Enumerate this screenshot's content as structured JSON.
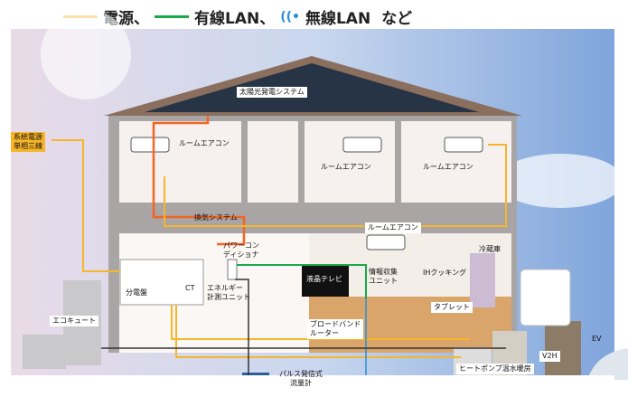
{
  "legend": {
    "power": "電源、",
    "wired": "有線LAN、",
    "wireless": "無線LAN",
    "etc": "など"
  },
  "colors": {
    "power": "#f7b52a",
    "wired": "#1aa84a",
    "wireless": "#2a8fd6",
    "solar_line": "#f26522"
  },
  "labels": {
    "solar": "太陽光発電システム",
    "grid": "系統電源\n単相三線",
    "ac1": "ルームエアコン",
    "ac2": "ルームエアコン",
    "ac3": "ルームエアコン",
    "ac4": "ルームエアコン",
    "ventilation": "換気システム",
    "power_conditioner": "パワーコン\nディショナ",
    "distribution_board": "分電盤",
    "ct": "CT",
    "energy_unit": "エネルギー\n計測ユニット",
    "tv": "液晶テレビ",
    "info_unit": "情報収集\nユニット",
    "ih": "IHクッキング",
    "fridge": "冷蔵庫",
    "router": "ブロードバンド\nルーター",
    "tablet": "タブレット",
    "ecocute": "エコキュート",
    "ev": "EV",
    "v2h": "V2H",
    "heatpump": "ヒートポンプ温水暖房",
    "flowmeter": "パルス発信式\n流量計"
  }
}
